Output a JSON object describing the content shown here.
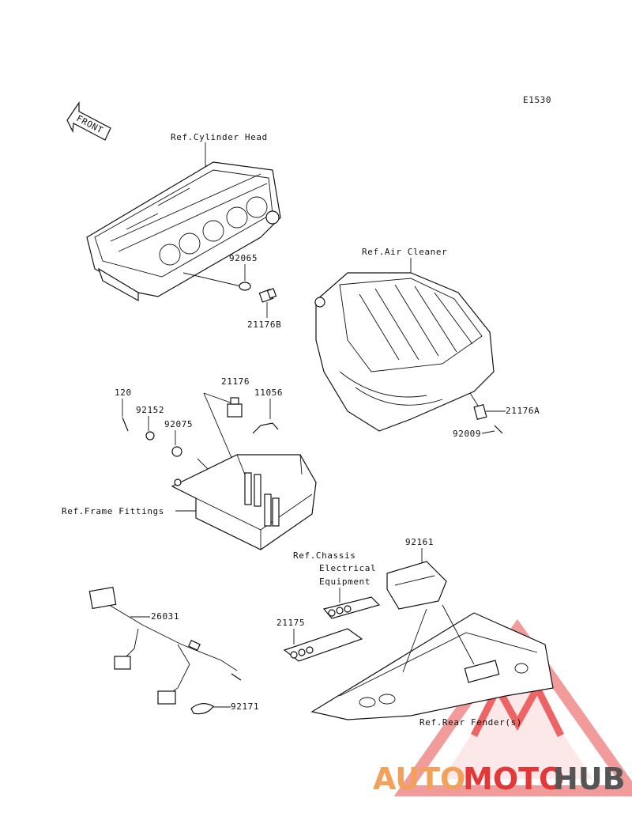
{
  "diagram_code": "E1530",
  "front_arrow_label": "FRONT",
  "references": {
    "cylinder_head": "Ref.Cylinder Head",
    "air_cleaner": "Ref.Air Cleaner",
    "frame_fittings": "Ref.Frame Fittings",
    "chassis_line1": "Ref.Chassis",
    "chassis_line2": "Electrical",
    "chassis_line3": "Equipment",
    "rear_fender": "Ref.Rear Fender(s)"
  },
  "parts": {
    "p92065": "92065",
    "p21176B": "21176B",
    "p21176": "21176",
    "p11056": "11056",
    "p120": "120",
    "p92152": "92152",
    "p92075": "92075",
    "p21176A": "21176A",
    "p92009": "92009",
    "p92161": "92161",
    "p21175": "21175",
    "p26031": "26031",
    "p92171": "92171"
  },
  "watermark": {
    "part1": "AUTO",
    "part2": "MOTO",
    "part3": "HUB",
    "color_primary": "#f2a15b",
    "color_secondary": "#e2383a",
    "color_dark": "#555555"
  }
}
